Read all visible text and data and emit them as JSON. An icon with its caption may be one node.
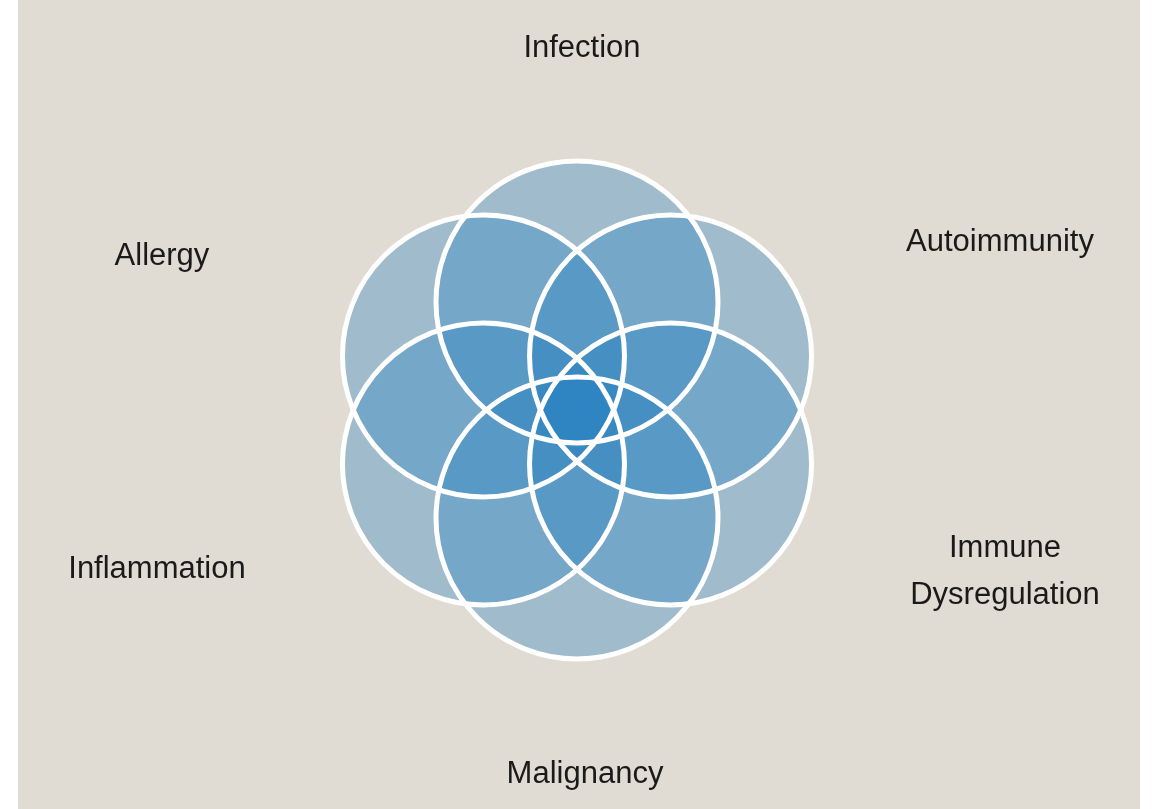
{
  "diagram": {
    "labels": [
      "Infection",
      "Allergy",
      "Autoimmunity",
      "Inflammation",
      "Immune Dysregulation",
      "Malignancy"
    ]
  }
}
